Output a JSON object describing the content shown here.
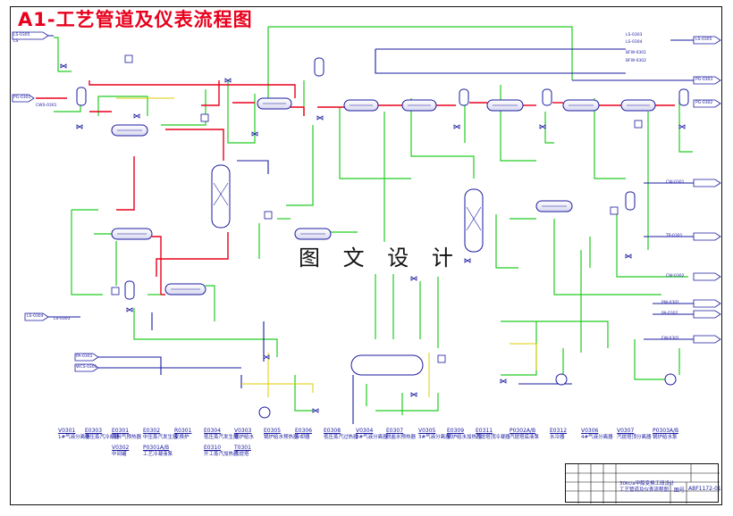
{
  "title": "A1-工艺管道及仪表流程图",
  "watermark": "图 文 设 计",
  "legend": [
    {
      "tag": "V0301",
      "desc": "1#气液分离器"
    },
    {
      "tag": "E0303",
      "desc": "中压蒸汽冷却器"
    },
    {
      "tag": "E0301",
      "desc": "原料气预热器",
      "tag2": "V0302",
      "desc2": "中间罐"
    },
    {
      "tag": "E0302",
      "desc": "中压蒸汽发生器",
      "tag2": "P0301A/B",
      "desc2": "工艺冷凝液泵"
    },
    {
      "tag": "R0301",
      "desc": "变换炉"
    },
    {
      "tag": "E0304",
      "desc": "低压蒸汽发生器",
      "tag2": "E0310",
      "desc2": "开工蒸汽加热器"
    },
    {
      "tag": "V0303",
      "desc": "锅炉给水",
      "tag2": "T0301",
      "desc2": "汽提塔"
    },
    {
      "tag": "E0305",
      "desc": "锅炉给水预热器"
    },
    {
      "tag": "E0306",
      "desc": "冷却器"
    },
    {
      "tag": "E0308",
      "desc": "低压蒸汽过热器"
    },
    {
      "tag": "V0304",
      "desc": "2#气液分离器"
    },
    {
      "tag": "E0307",
      "desc": "脱盐水预热器"
    },
    {
      "tag": "V0305",
      "desc": "3#气液分离器"
    },
    {
      "tag": "E0309",
      "desc": "锅炉给水加热器"
    },
    {
      "tag": "E0311",
      "desc": "汽提塔顶冷凝器"
    },
    {
      "tag": "P0302A/B",
      "desc": "汽提塔底液泵"
    },
    {
      "tag": "E0312",
      "desc": "水冷器"
    },
    {
      "tag": "V0306",
      "desc": "4#气液分离器"
    },
    {
      "tag": "V0307",
      "desc": "汽提塔顶分离器"
    },
    {
      "tag": "P0303A/B",
      "desc": "锅炉给水泵"
    }
  ],
  "title_block": {
    "line1": "30kt/a甲醇变换工段设计",
    "line2": "工艺管道及仪表流程图",
    "line3": "",
    "drawing_no_label": "图号",
    "drawing_no": "ABF1172-01"
  },
  "stream_tags": {
    "left": [
      "LS-0305",
      "LS",
      "PG-0301",
      "LS-0304",
      "PA-0301",
      "WCS-0301",
      "LS-0303",
      "CWS-0301"
    ],
    "right": [
      "LS-0303",
      "LS-0304",
      "BFW-0301",
      "BFW-0302",
      "PG-0302",
      "CW-0301",
      "TP-0301",
      "CW-0302",
      "PW-0301",
      "PA-0302",
      "FW-0301",
      "LS-0305",
      "PG-0303"
    ]
  },
  "colors": {
    "title": "#e8001c",
    "process_gas": "#e8001c",
    "steam_water": "#22cc22",
    "utility": "#1a1aa0",
    "equipment": "#1a1aa0",
    "instrument": "#ddcc00"
  }
}
